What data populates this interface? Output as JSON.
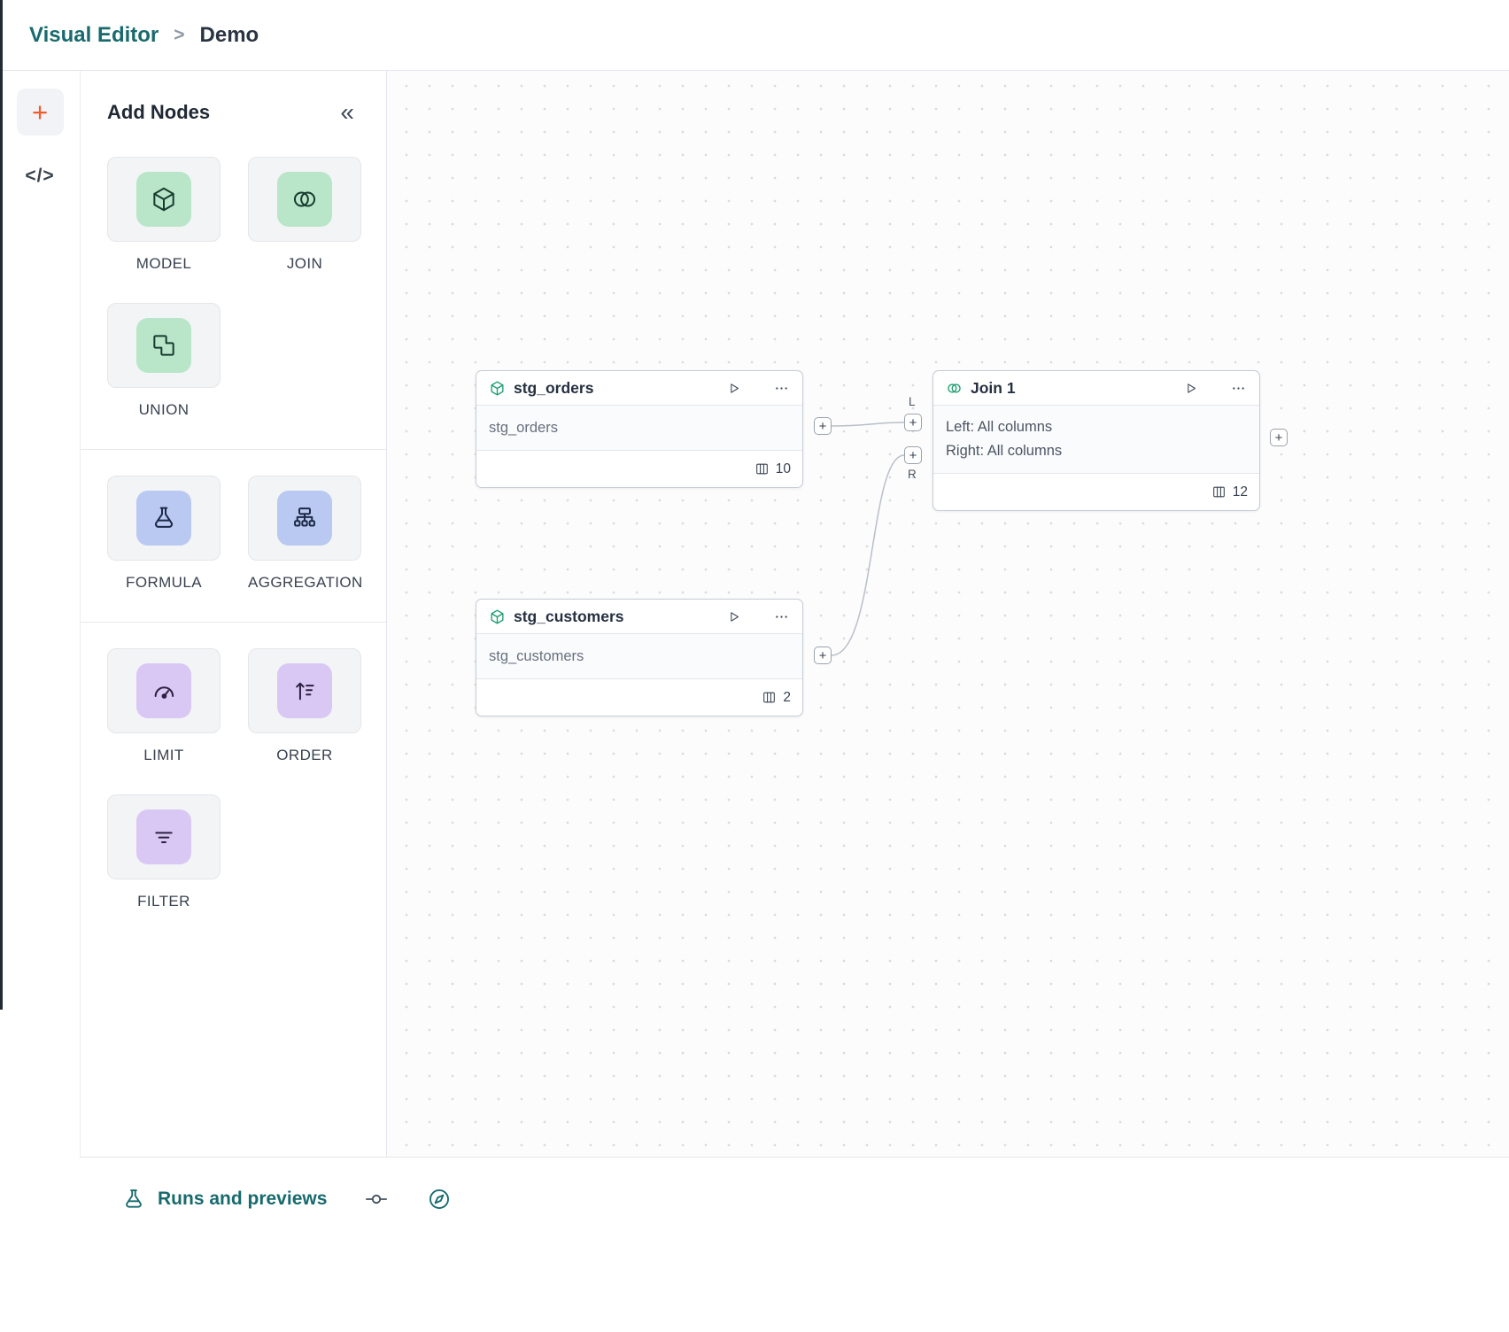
{
  "breadcrumb": {
    "app": "Visual Editor",
    "separator": ">",
    "page": "Demo"
  },
  "left_toolbar": {
    "add": "+",
    "code": "</>"
  },
  "panel": {
    "title": "Add Nodes",
    "collapse": "«",
    "groups": [
      {
        "items": [
          {
            "label": "MODEL",
            "icon": "cube-icon",
            "tone": "green"
          },
          {
            "label": "JOIN",
            "icon": "venn-icon",
            "tone": "green"
          },
          {
            "label": "UNION",
            "icon": "union-icon",
            "tone": "green"
          }
        ]
      },
      {
        "items": [
          {
            "label": "FORMULA",
            "icon": "flask-icon",
            "tone": "blue"
          },
          {
            "label": "AGGREGATION",
            "icon": "sitemap-icon",
            "tone": "blue"
          }
        ]
      },
      {
        "items": [
          {
            "label": "LIMIT",
            "icon": "gauge-icon",
            "tone": "purple"
          },
          {
            "label": "ORDER",
            "icon": "sort-icon",
            "tone": "purple"
          },
          {
            "label": "FILTER",
            "icon": "filter-icon",
            "tone": "purple"
          }
        ]
      }
    ]
  },
  "canvas": {
    "plus": "+",
    "port_labels": {
      "left": "L",
      "right": "R"
    },
    "nodes": [
      {
        "title": "stg_orders",
        "subtitle": "stg_orders",
        "columns": "10"
      },
      {
        "title": "stg_customers",
        "subtitle": "stg_customers",
        "columns": "2"
      },
      {
        "title": "Join 1",
        "left_line": "Left: All columns",
        "right_line": "Right: All columns",
        "columns": "12"
      }
    ]
  },
  "bottom_bar": {
    "runs": "Runs and previews"
  },
  "colors": {
    "teal": "#186a6d",
    "orange": "#f15b2b",
    "green": "#b9e6c9",
    "blue": "#bac9f1",
    "purple": "#d9c8f3"
  }
}
